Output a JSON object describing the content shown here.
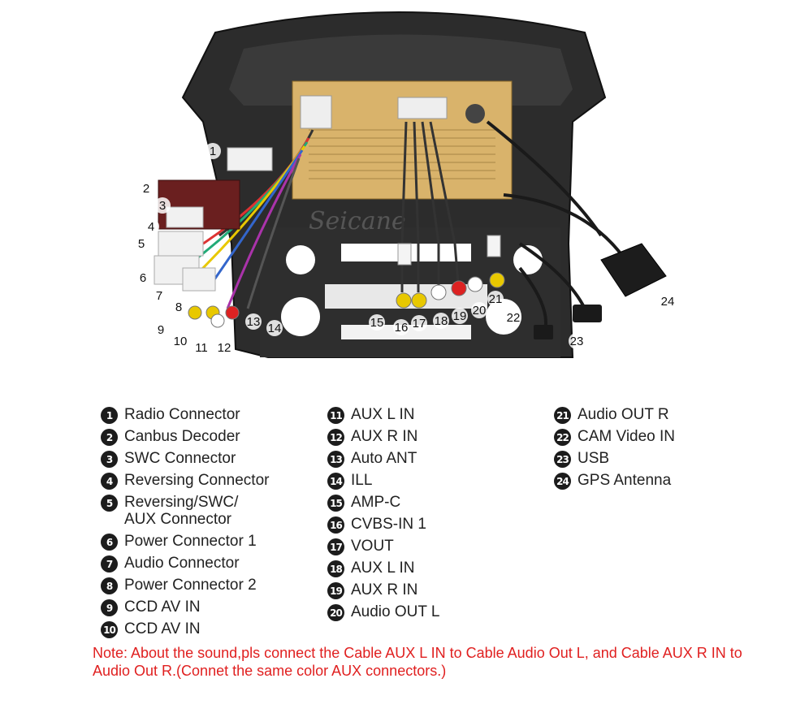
{
  "watermark": "Seicane",
  "callouts": [
    "1",
    "2",
    "3",
    "4",
    "5",
    "6",
    "7",
    "8",
    "9",
    "10",
    "11",
    "12",
    "13",
    "14",
    "15",
    "16",
    "17",
    "18",
    "19",
    "20",
    "21",
    "22",
    "23",
    "24"
  ],
  "legend": {
    "col1": [
      {
        "n": "1",
        "label": "Radio Connector"
      },
      {
        "n": "2",
        "label": "Canbus Decoder"
      },
      {
        "n": "3",
        "label": "SWC Connector"
      },
      {
        "n": "4",
        "label": "Reversing Connector"
      },
      {
        "n": "5",
        "label": "Reversing/SWC/\nAUX Connector"
      },
      {
        "n": "6",
        "label": "Power Connector 1"
      },
      {
        "n": "7",
        "label": "Audio Connector"
      },
      {
        "n": "8",
        "label": "Power Connector 2"
      },
      {
        "n": "9",
        "label": "CCD AV IN"
      },
      {
        "n": "10",
        "label": "CCD AV IN"
      }
    ],
    "col2": [
      {
        "n": "11",
        "label": "AUX L IN"
      },
      {
        "n": "12",
        "label": "AUX R IN"
      },
      {
        "n": "13",
        "label": "Auto ANT"
      },
      {
        "n": "14",
        "label": "ILL"
      },
      {
        "n": "15",
        "label": "AMP-C"
      },
      {
        "n": "16",
        "label": "CVBS-IN 1"
      },
      {
        "n": "17",
        "label": "VOUT"
      },
      {
        "n": "18",
        "label": "AUX L IN"
      },
      {
        "n": "19",
        "label": "AUX R IN"
      },
      {
        "n": "20",
        "label": "Audio OUT L"
      }
    ],
    "col3": [
      {
        "n": "21",
        "label": "Audio OUT R"
      },
      {
        "n": "22",
        "label": "CAM Video IN"
      },
      {
        "n": "23",
        "label": "USB"
      },
      {
        "n": "24",
        "label": "GPS Antenna"
      }
    ]
  },
  "note": "Note: About the sound,pls connect the Cable AUX L IN to Cable Audio Out L, and Cable AUX R IN to  Audio Out R.(Connet the same color AUX connectors.)",
  "colors": {
    "note": "#e02020",
    "badge": "#1c1c1c",
    "frame": "#2a2a2a",
    "board": "#d8b06a"
  }
}
